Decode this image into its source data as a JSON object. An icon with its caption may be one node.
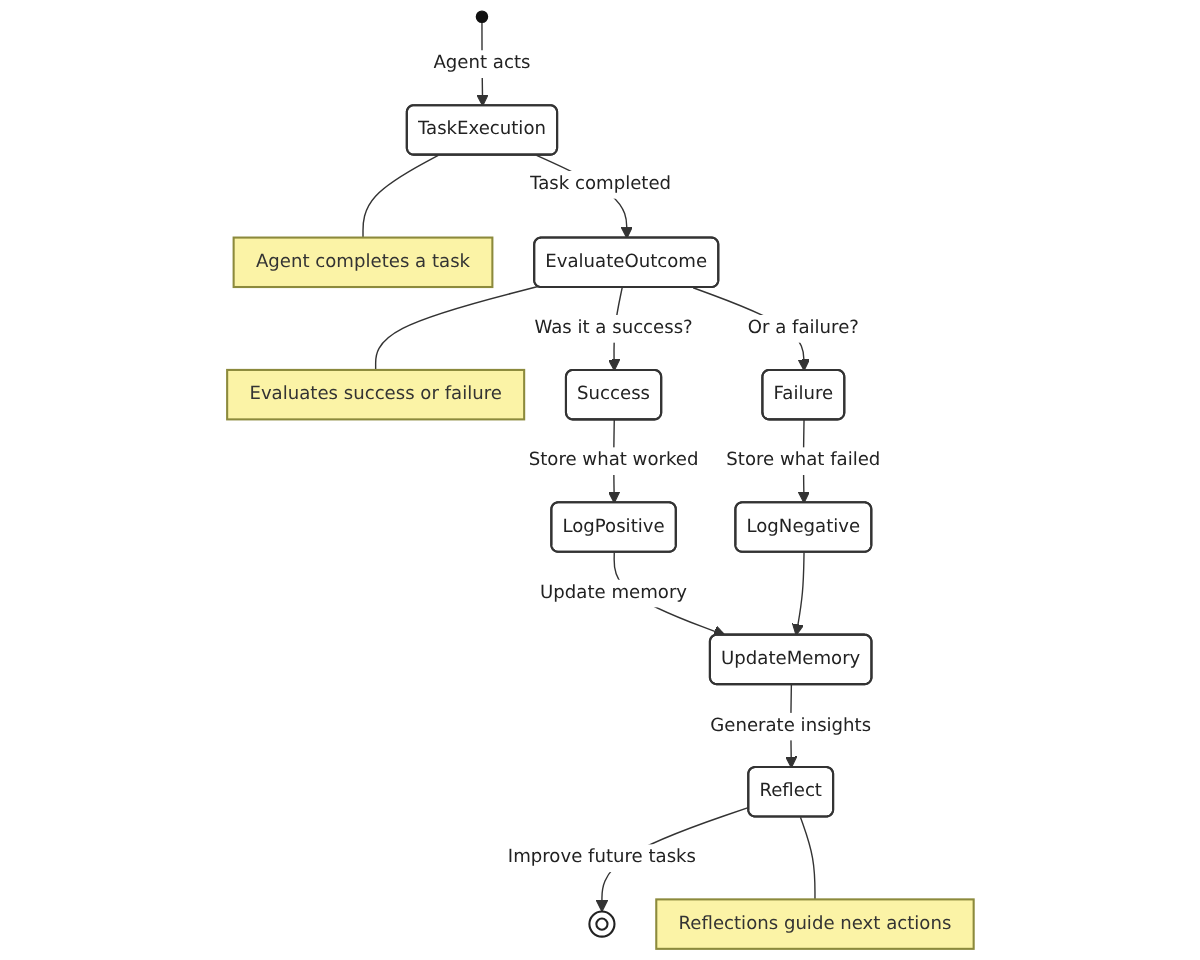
{
  "diagram": {
    "nodes": [
      {
        "text": [],
        "shape": "circle"
      },
      {
        "text": [
          "TaskExecution"
        ]
      },
      {
        "text": [
          "Agent completes a task"
        ]
      },
      {
        "text": [
          "EvaluateOutcome"
        ]
      },
      {
        "text": [
          "Evaluates success or failure"
        ]
      },
      {
        "text": [
          "Success"
        ]
      },
      {
        "text": [
          "Failure"
        ]
      },
      {
        "text": [
          "LogPositive"
        ]
      },
      {
        "text": [
          "LogNegative"
        ]
      },
      {
        "text": [
          "UpdateMemory"
        ]
      },
      {
        "text": [
          "Reflect"
        ]
      },
      {
        "text": [],
        "shape": "circle"
      },
      {
        "text": [
          "Reflections guide next actions"
        ]
      }
    ],
    "edges": [
      {
        "from": 0,
        "to": 1,
        "arrow": "to",
        "label": "Agent acts"
      },
      {
        "from": 1,
        "to": 2,
        "arrow": "none"
      },
      {
        "from": 1,
        "to": 3,
        "arrow": "to",
        "label": "Task completed"
      },
      {
        "from": 3,
        "to": 4,
        "arrow": "none"
      },
      {
        "from": 3,
        "to": 5,
        "arrow": "to",
        "label": "Was it a success?"
      },
      {
        "from": 3,
        "to": 6,
        "arrow": "to",
        "label": "Or a failure?"
      },
      {
        "from": 5,
        "to": 7,
        "arrow": "to",
        "label": "Store what worked"
      },
      {
        "from": 6,
        "to": 8,
        "arrow": "to",
        "label": "Store what failed"
      },
      {
        "from": 7,
        "to": 9,
        "arrow": "to",
        "label": "Update memory"
      },
      {
        "from": 8,
        "to": 9,
        "arrow": "to"
      },
      {
        "from": 9,
        "to": 10,
        "arrow": "to",
        "label": "Generate insights"
      },
      {
        "from": 10,
        "to": 11,
        "arrow": "to",
        "label": "Improve future tasks"
      },
      {
        "from": 10,
        "to": 12,
        "arrow": "none"
      }
    ]
  }
}
